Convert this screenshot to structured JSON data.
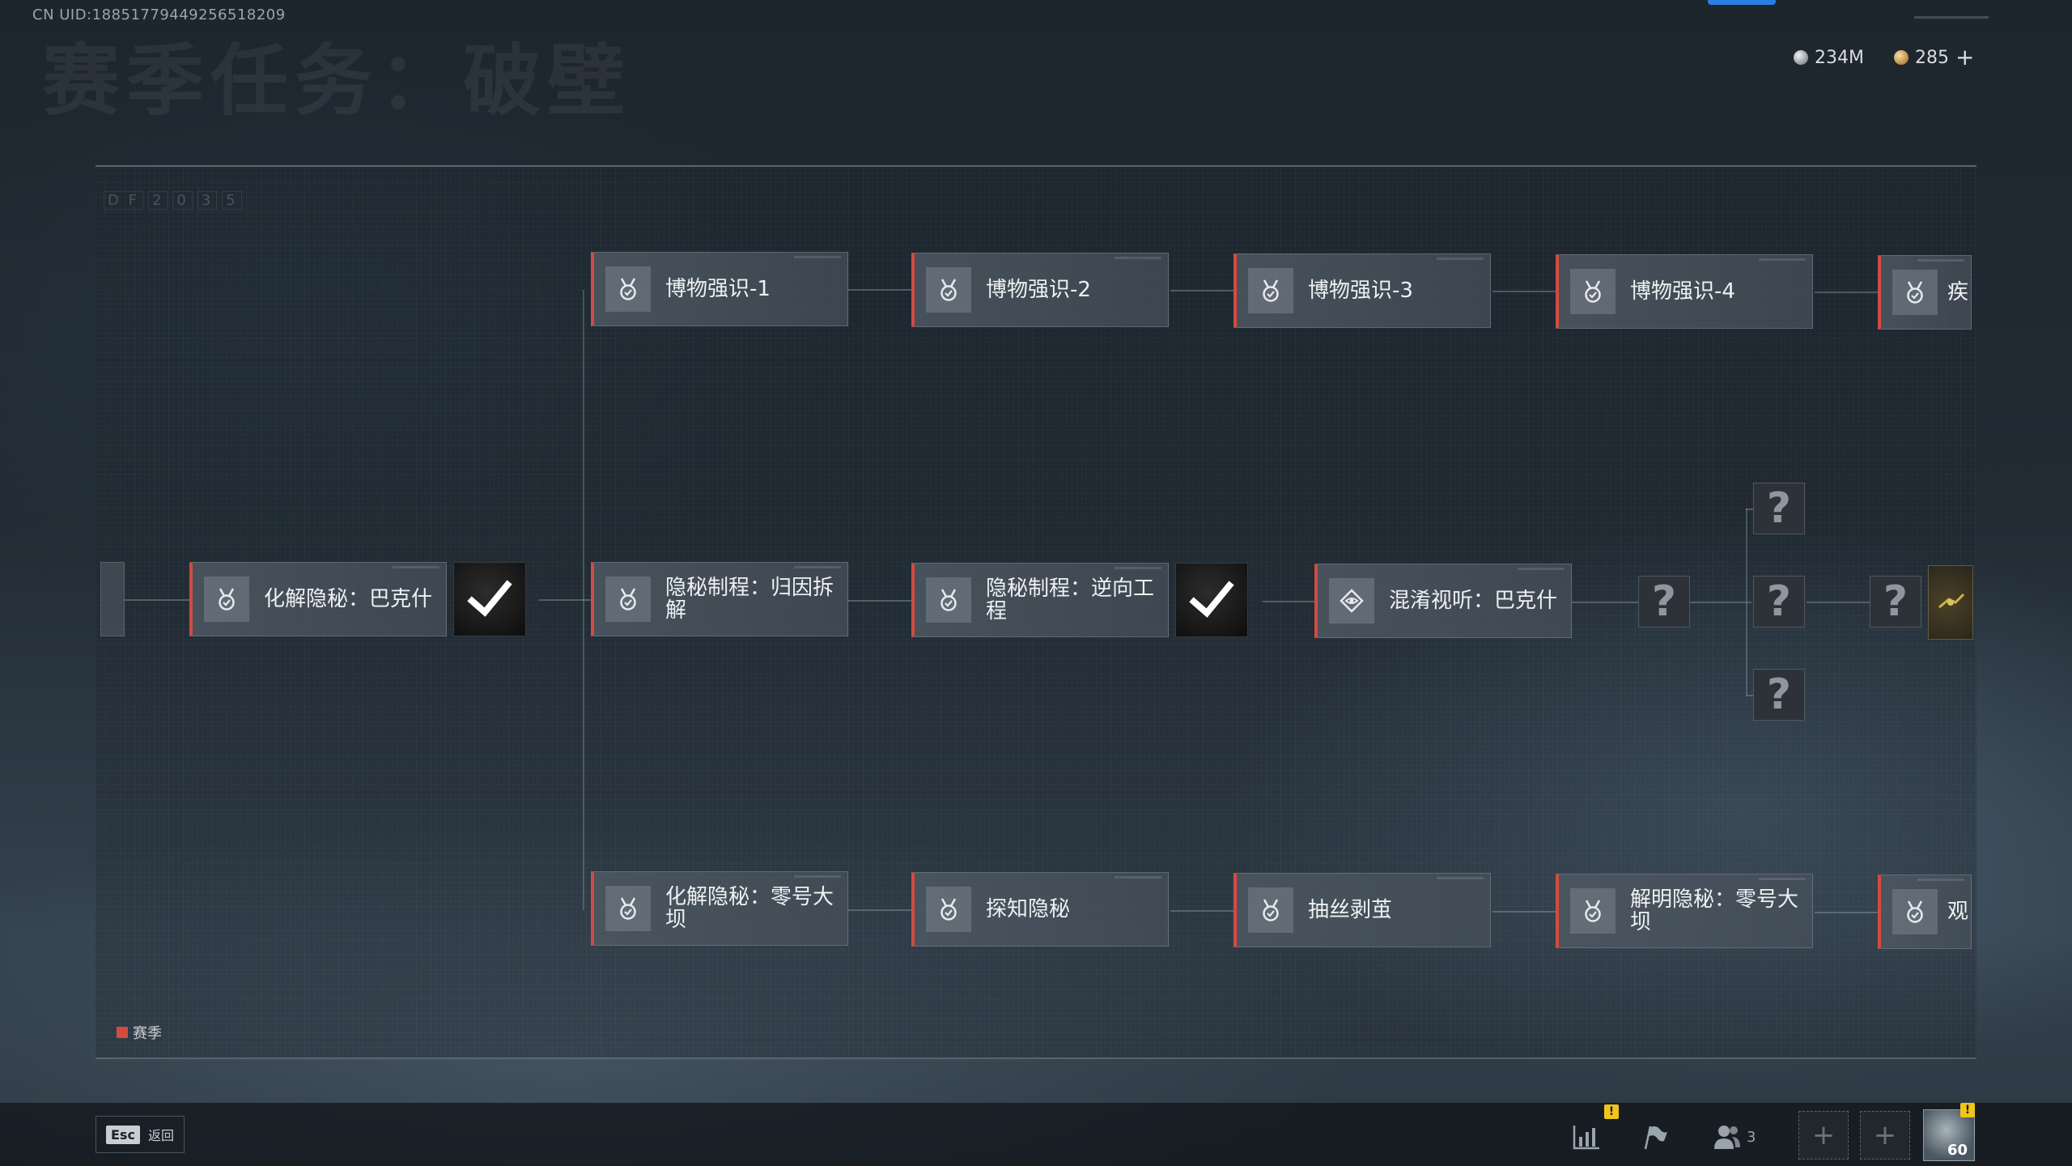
{
  "header": {
    "uid": "CN UID:18851779449256518209",
    "title": "赛季任务：破壁",
    "currency_silver": "234M",
    "currency_gold": "285"
  },
  "panel": {
    "code": [
      "D F",
      "2",
      "0",
      "3",
      "5"
    ]
  },
  "tasks": {
    "row1": [
      "博物强识-1",
      "博物强识-2",
      "博物强识-3",
      "博物强识-4",
      "疾"
    ],
    "row2": [
      "化解隐秘：巴克什",
      "隐秘制程：归因拆解",
      "隐秘制程：逆向工程",
      "混淆视听：巴克什"
    ],
    "row3": [
      "化解隐秘：零号大坝",
      "探知隐秘",
      "抽丝剥茧",
      "解明隐秘：零号大坝",
      "观"
    ]
  },
  "unknown_mark": "?",
  "legend": {
    "label": "赛季",
    "color": "#d24b42"
  },
  "footer": {
    "esc_key": "Esc",
    "esc_label": "返回",
    "friends_count": "3",
    "player_level": "60",
    "warn_mark": "!"
  },
  "icons": [
    "medal-icon",
    "spy-eye-icon",
    "question-icon",
    "checkmark-icon",
    "silver-coin-icon",
    "gold-coin-icon",
    "plus-icon",
    "stats-icon",
    "flag-icon",
    "friends-icon"
  ]
}
